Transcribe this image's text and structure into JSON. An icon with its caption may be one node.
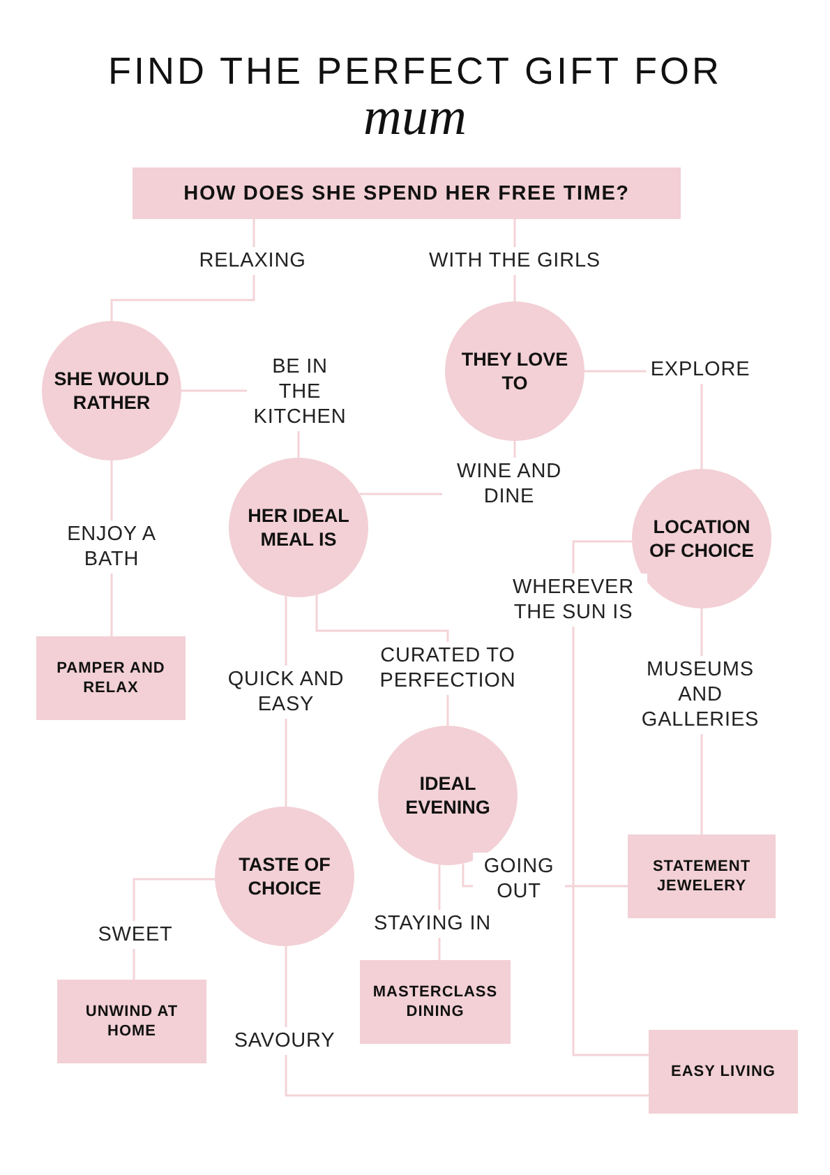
{
  "diagram": {
    "title": "FIND THE PERFECT GIFT FOR",
    "nodes": [
      {
        "text": [
          "HOW DOES SHE SPEND HER FREE TIME?"
        ]
      },
      {
        "text": [
          "SHE WOULD RATHER"
        ]
      },
      {
        "text": [
          "THEY LOVE TO"
        ]
      },
      {
        "text": [
          "HER IDEAL MEAL IS"
        ]
      },
      {
        "text": [
          "LOCATION OF CHOICE"
        ]
      },
      {
        "text": [
          "PAMPER AND RELAX"
        ]
      },
      {
        "text": [
          "IDEAL EVENING"
        ]
      },
      {
        "text": [
          "TASTE OF CHOICE"
        ]
      },
      {
        "text": [
          "STATEMENT JEWELERY"
        ]
      },
      {
        "text": [
          "UNWIND AT HOME"
        ]
      },
      {
        "text": [
          "MASTERCLASS DINING"
        ]
      },
      {
        "text": [
          "EASY LIVING"
        ]
      }
    ],
    "edges": [
      {
        "from": 0,
        "to": 1,
        "arrow": "none",
        "label": "RELAXING"
      },
      {
        "from": 0,
        "to": 2,
        "arrow": "none",
        "label": "WITH THE GIRLS"
      },
      {
        "from": 1,
        "to": 3,
        "arrow": "none",
        "label": "BE IN THE KITCHEN"
      },
      {
        "from": 2,
        "to": 3,
        "arrow": "none",
        "label": "WINE AND DINE"
      },
      {
        "from": 2,
        "to": 4,
        "arrow": "none",
        "label": "EXPLORE"
      },
      {
        "from": 1,
        "to": 5,
        "arrow": "none",
        "label": "ENJOY A BATH"
      },
      {
        "from": 3,
        "to": 7,
        "arrow": "none",
        "label": "QUICK AND EASY"
      },
      {
        "from": 3,
        "to": 6,
        "arrow": "none",
        "label": "CURATED TO PERFECTION"
      },
      {
        "from": 4,
        "to": 8,
        "arrow": "none",
        "label": "MUSEUMS AND GALLERIES"
      },
      {
        "from": 4,
        "to": 11,
        "arrow": "none",
        "label": "WHEREVER THE SUN IS"
      },
      {
        "from": 6,
        "to": 8,
        "arrow": "none",
        "label": "GOING OUT"
      },
      {
        "from": 6,
        "to": 10,
        "arrow": "none",
        "label": "STAYING IN"
      },
      {
        "from": 7,
        "to": 9,
        "arrow": "none",
        "label": "SWEET"
      },
      {
        "from": 7,
        "to": 11,
        "arrow": "none",
        "label": "SAVOURY"
      }
    ],
    "labels": [
      "mum"
    ]
  }
}
